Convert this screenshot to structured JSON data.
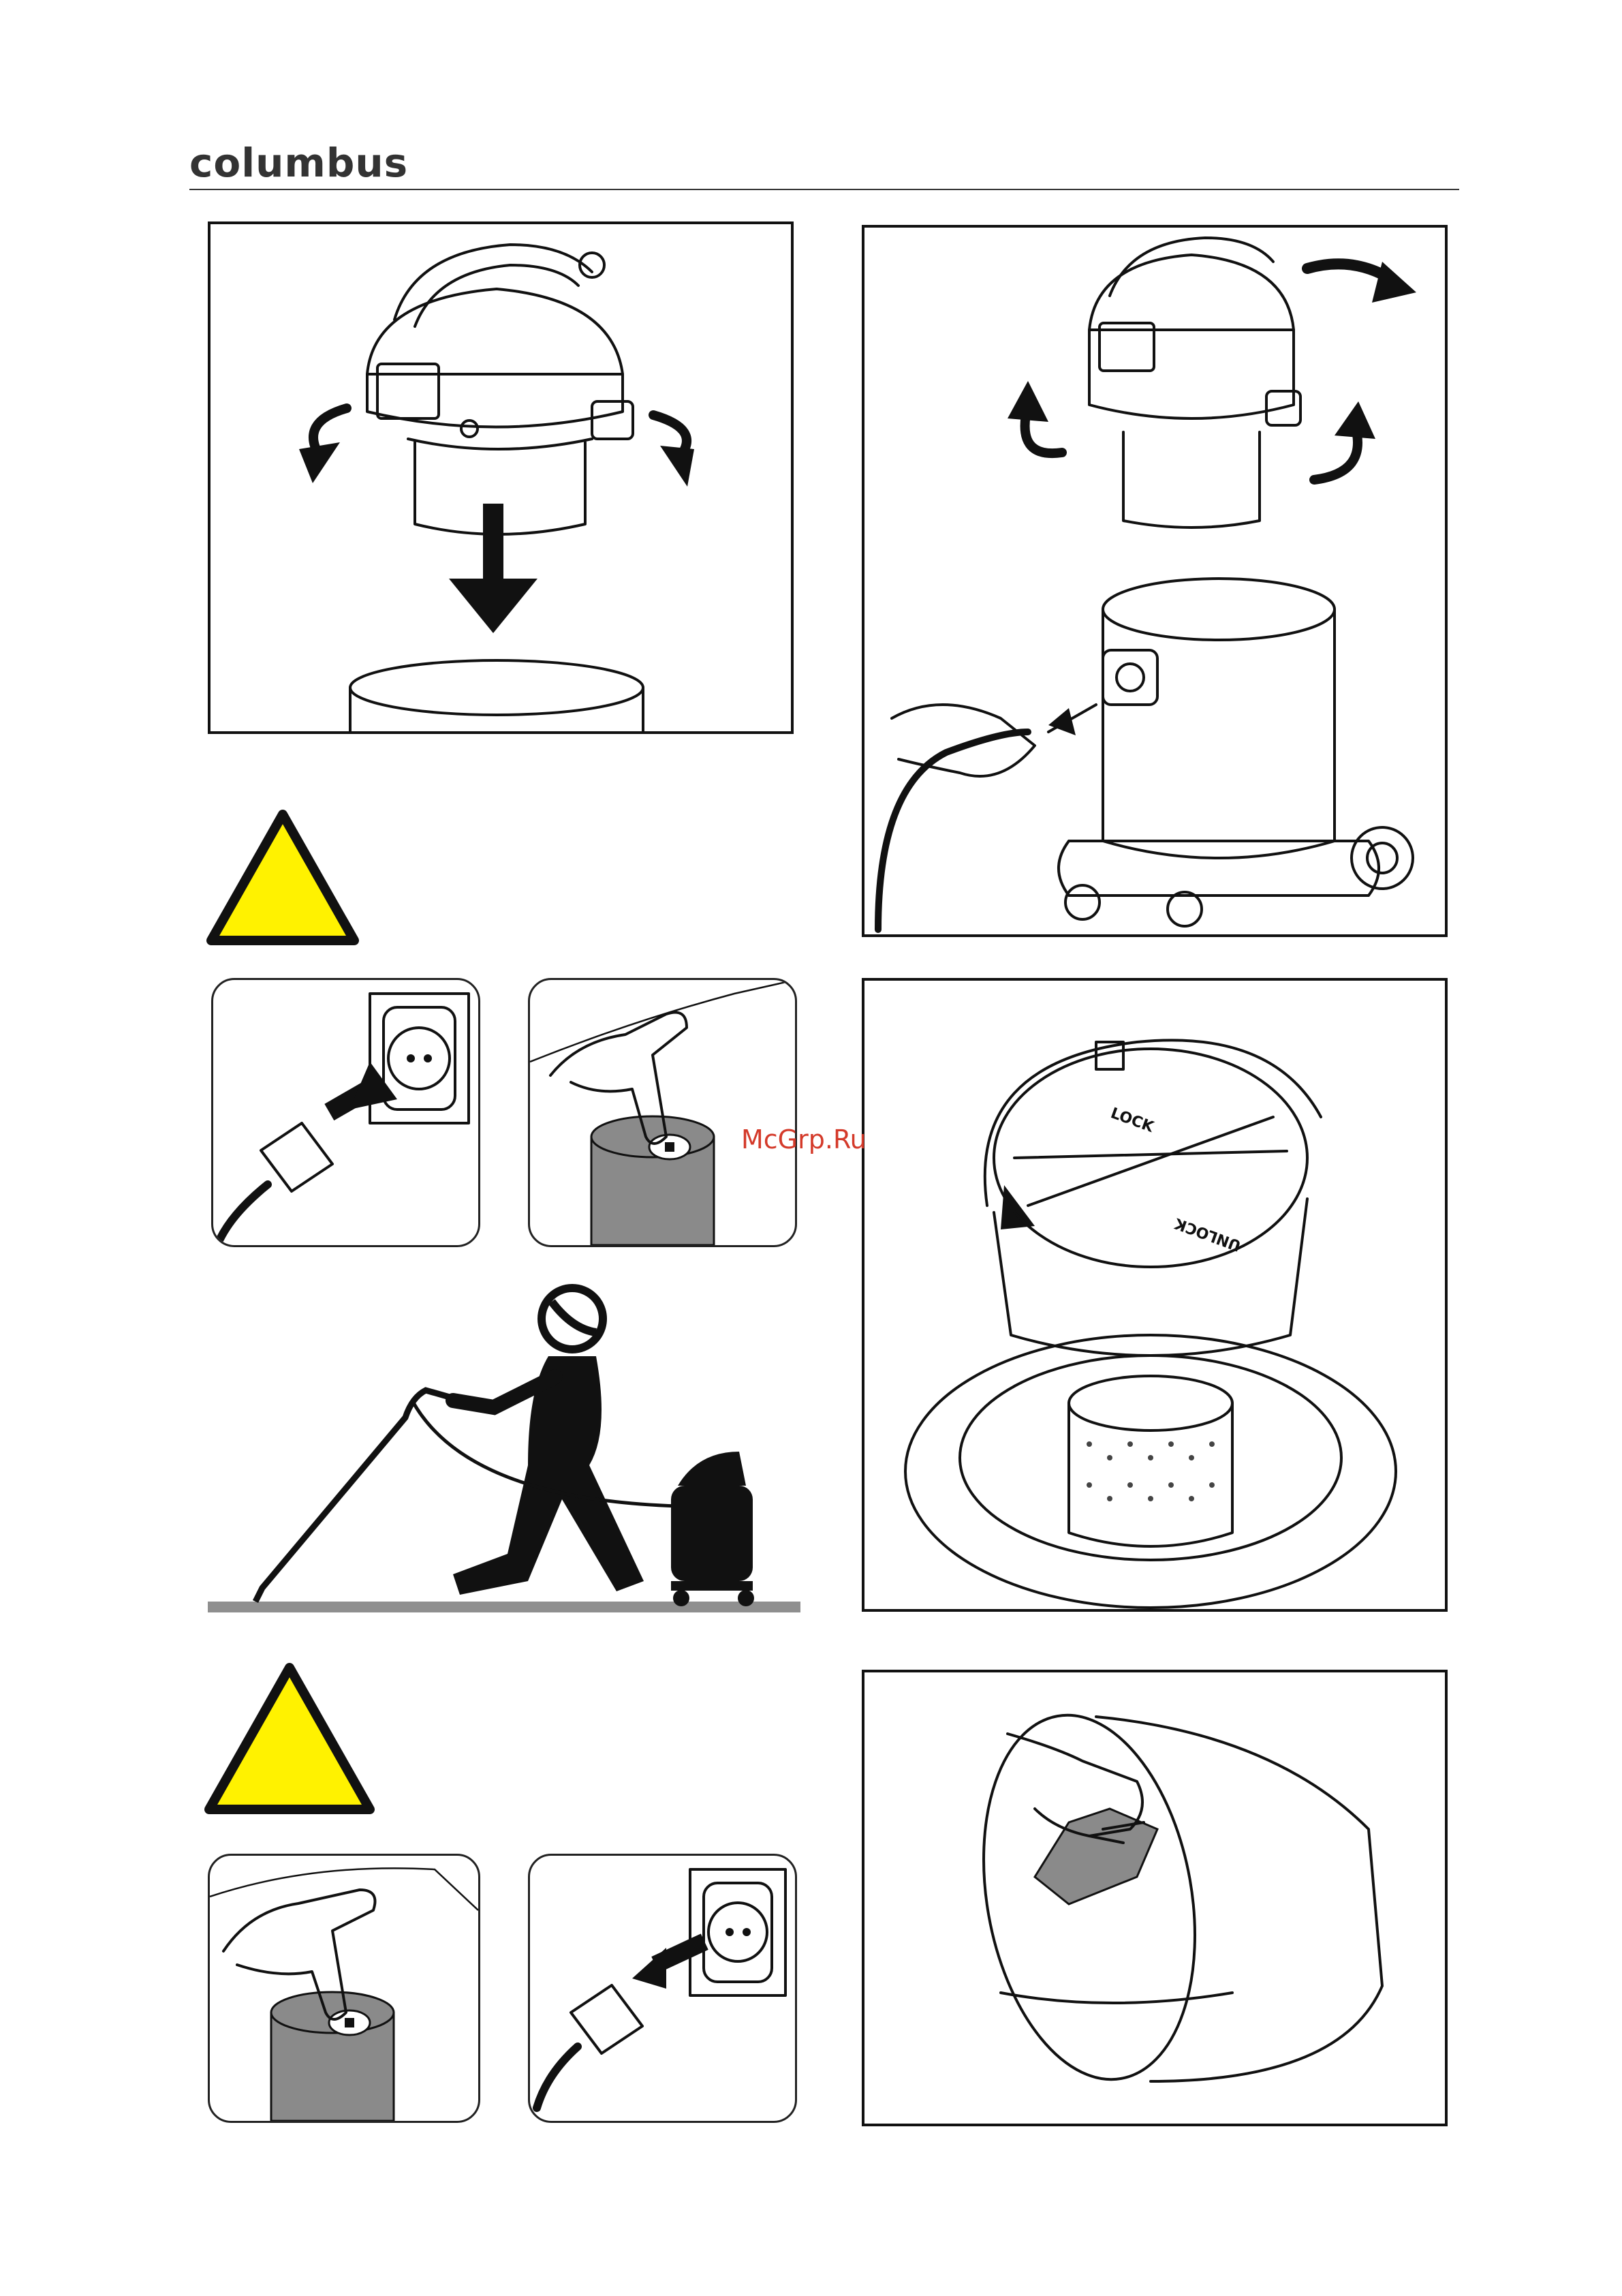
{
  "header": {
    "brand": "columbus"
  },
  "figures": {
    "lid_label_lock": "LOCK",
    "lid_label_unlock": "UNLOCK"
  },
  "watermark": "McGrp.Ru",
  "colors": {
    "warning_yellow": "#fff200",
    "cylinder_gray": "#8a8a8a",
    "floor_gray": "#8f8f8f"
  },
  "icons": [
    "warning-triangle-icon",
    "wall-socket-icon",
    "plug-icon",
    "power-button-icon",
    "rotate-arrow-icon"
  ]
}
